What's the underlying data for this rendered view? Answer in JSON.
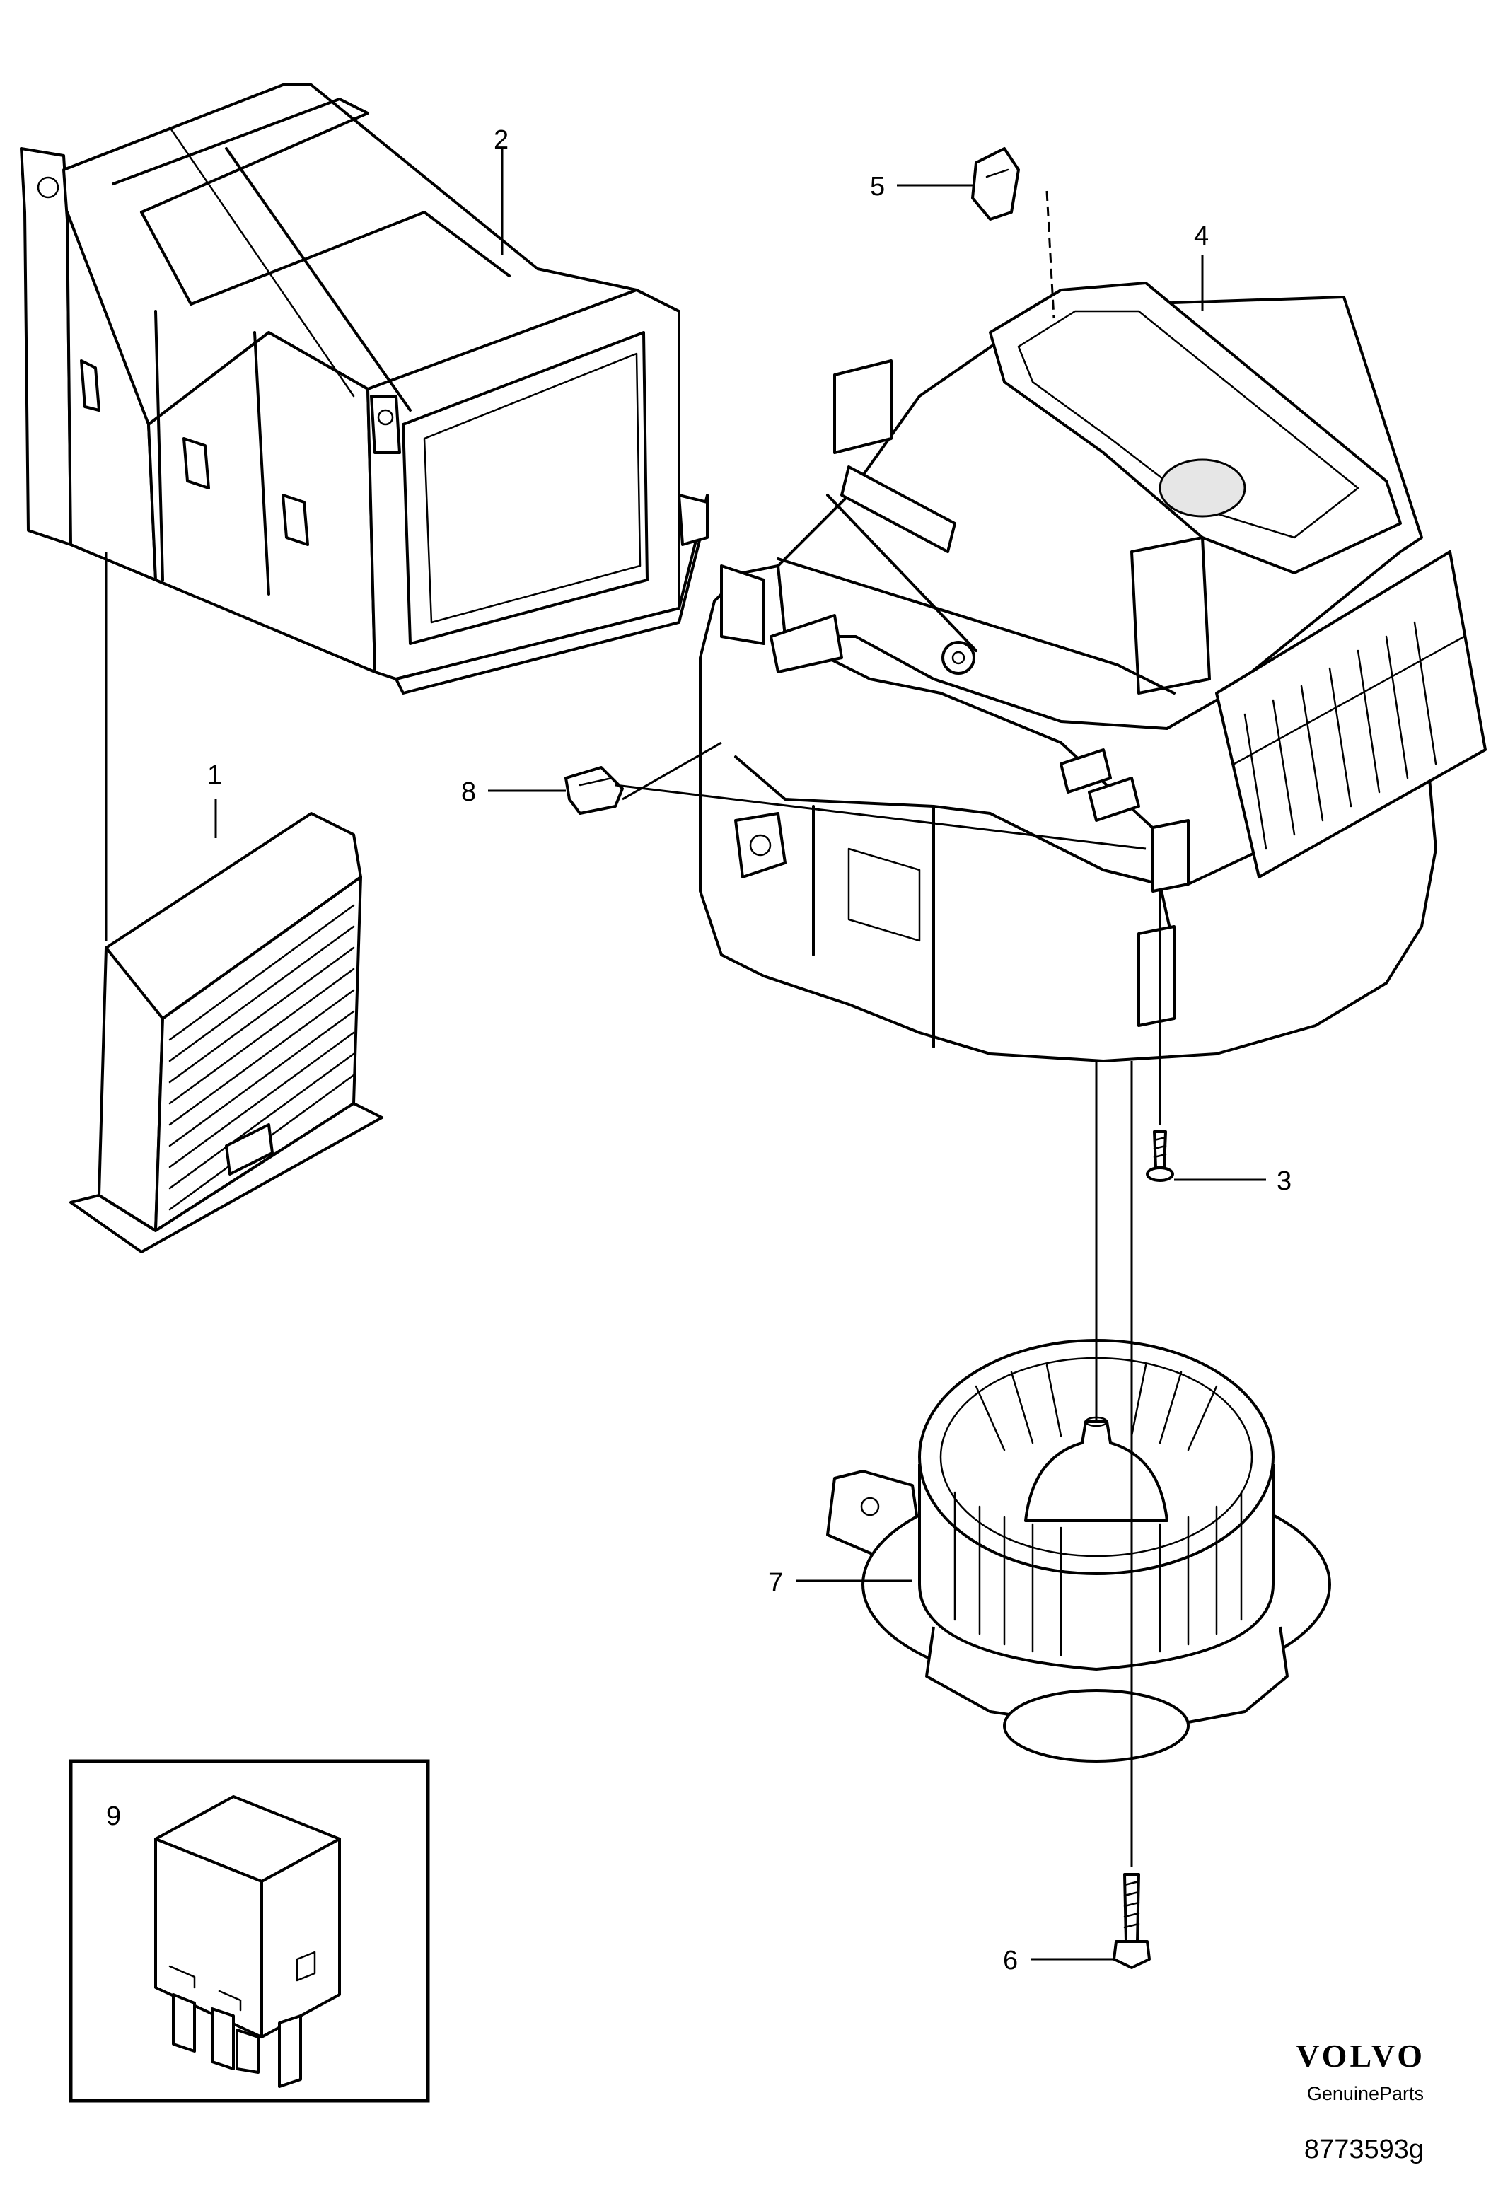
{
  "callouts": [
    {
      "id": "1",
      "text": "1"
    },
    {
      "id": "2",
      "text": "2"
    },
    {
      "id": "3",
      "text": "3"
    },
    {
      "id": "4",
      "text": "4"
    },
    {
      "id": "5",
      "text": "5"
    },
    {
      "id": "6",
      "text": "6"
    },
    {
      "id": "7",
      "text": "7"
    },
    {
      "id": "8",
      "text": "8"
    },
    {
      "id": "9",
      "text": "9"
    }
  ],
  "brand": {
    "logo": "VOLVO",
    "subtitle": "GenuineParts"
  },
  "reference_code": "8773593g"
}
